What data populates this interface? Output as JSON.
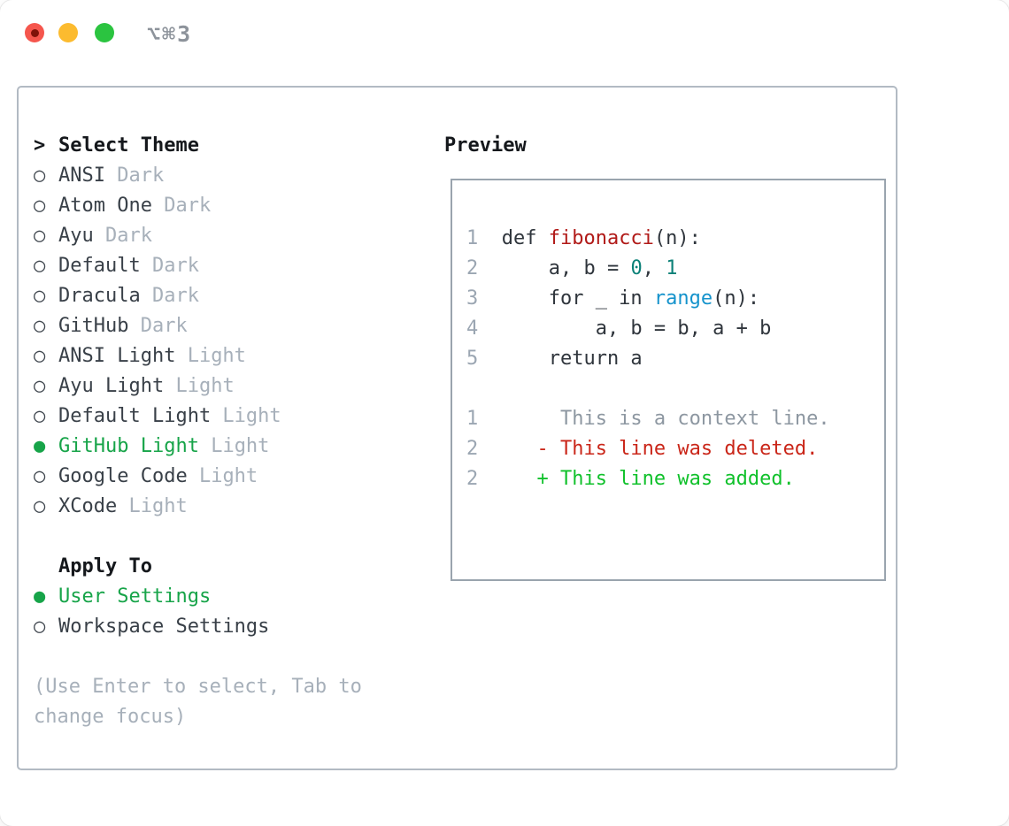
{
  "window": {
    "title": "⌥⌘3"
  },
  "colors": {
    "accent_green": "#17a449",
    "text_primary": "#15181c",
    "text_item": "#394048",
    "text_muted": "#a7b0ba",
    "panel_border": "#b2bac3",
    "preview_border": "#9aa4ae",
    "lineno": "#9ba6b2",
    "code_plain": "#2f353c",
    "code_function_red": "#b11a18",
    "code_number_teal": "#0c8178",
    "code_builtin_blue": "#1593cc",
    "diff_context_gray": "#8d97a1",
    "diff_deleted_red": "#ca2619",
    "diff_added_green": "#10c12b",
    "traffic_red": "#f5564d",
    "traffic_red_dot": "#7f1209",
    "traffic_yellow": "#fcbb2f",
    "traffic_green": "#2bc440",
    "title_gray": "#8d939b"
  },
  "theme_picker": {
    "header_marker": ">",
    "header_label": "Select Theme",
    "unselected_marker": "○",
    "selected_marker": "●",
    "items": [
      {
        "name": "ANSI",
        "variant": "Dark",
        "selected": false
      },
      {
        "name": "Atom One",
        "variant": "Dark",
        "selected": false
      },
      {
        "name": "Ayu",
        "variant": "Dark",
        "selected": false
      },
      {
        "name": "Default",
        "variant": "Dark",
        "selected": false
      },
      {
        "name": "Dracula",
        "variant": "Dark",
        "selected": false
      },
      {
        "name": "GitHub",
        "variant": "Dark",
        "selected": false
      },
      {
        "name": "ANSI Light",
        "variant": "Light",
        "selected": false
      },
      {
        "name": "Ayu Light",
        "variant": "Light",
        "selected": false
      },
      {
        "name": "Default Light",
        "variant": "Light",
        "selected": false
      },
      {
        "name": "GitHub Light",
        "variant": "Light",
        "selected": true
      },
      {
        "name": "Google Code",
        "variant": "Light",
        "selected": false
      },
      {
        "name": "XCode",
        "variant": "Light",
        "selected": false
      }
    ],
    "apply_to": {
      "label": "Apply To",
      "options": [
        {
          "label": "User Settings",
          "selected": true
        },
        {
          "label": "Workspace Settings",
          "selected": false
        }
      ]
    },
    "hint": "(Use Enter to select, Tab to change focus)"
  },
  "preview": {
    "label": "Preview",
    "lines": [
      {
        "num": "1",
        "tokens": [
          {
            "text": "def ",
            "style": "plain"
          },
          {
            "text": "fibonacci",
            "style": "fn"
          },
          {
            "text": "(n):",
            "style": "plain"
          }
        ]
      },
      {
        "num": "2",
        "tokens": [
          {
            "text": "    a, b = ",
            "style": "plain"
          },
          {
            "text": "0",
            "style": "num"
          },
          {
            "text": ", ",
            "style": "plain"
          },
          {
            "text": "1",
            "style": "num"
          }
        ]
      },
      {
        "num": "3",
        "tokens": [
          {
            "text": "    for _ in ",
            "style": "plain"
          },
          {
            "text": "range",
            "style": "builtin"
          },
          {
            "text": "(n):",
            "style": "plain"
          }
        ]
      },
      {
        "num": "4",
        "tokens": [
          {
            "text": "        a, b = b, a + b",
            "style": "plain"
          }
        ]
      },
      {
        "num": "5",
        "tokens": [
          {
            "text": "    return a",
            "style": "plain"
          }
        ]
      },
      {
        "num": "",
        "tokens": []
      },
      {
        "num": "1",
        "tokens": [
          {
            "text": "     This is a context line.",
            "style": "ctx"
          }
        ]
      },
      {
        "num": "2",
        "tokens": [
          {
            "text": "   - This line was deleted.",
            "style": "del"
          }
        ]
      },
      {
        "num": "2",
        "tokens": [
          {
            "text": "   + This line was added.",
            "style": "add"
          }
        ]
      }
    ]
  }
}
